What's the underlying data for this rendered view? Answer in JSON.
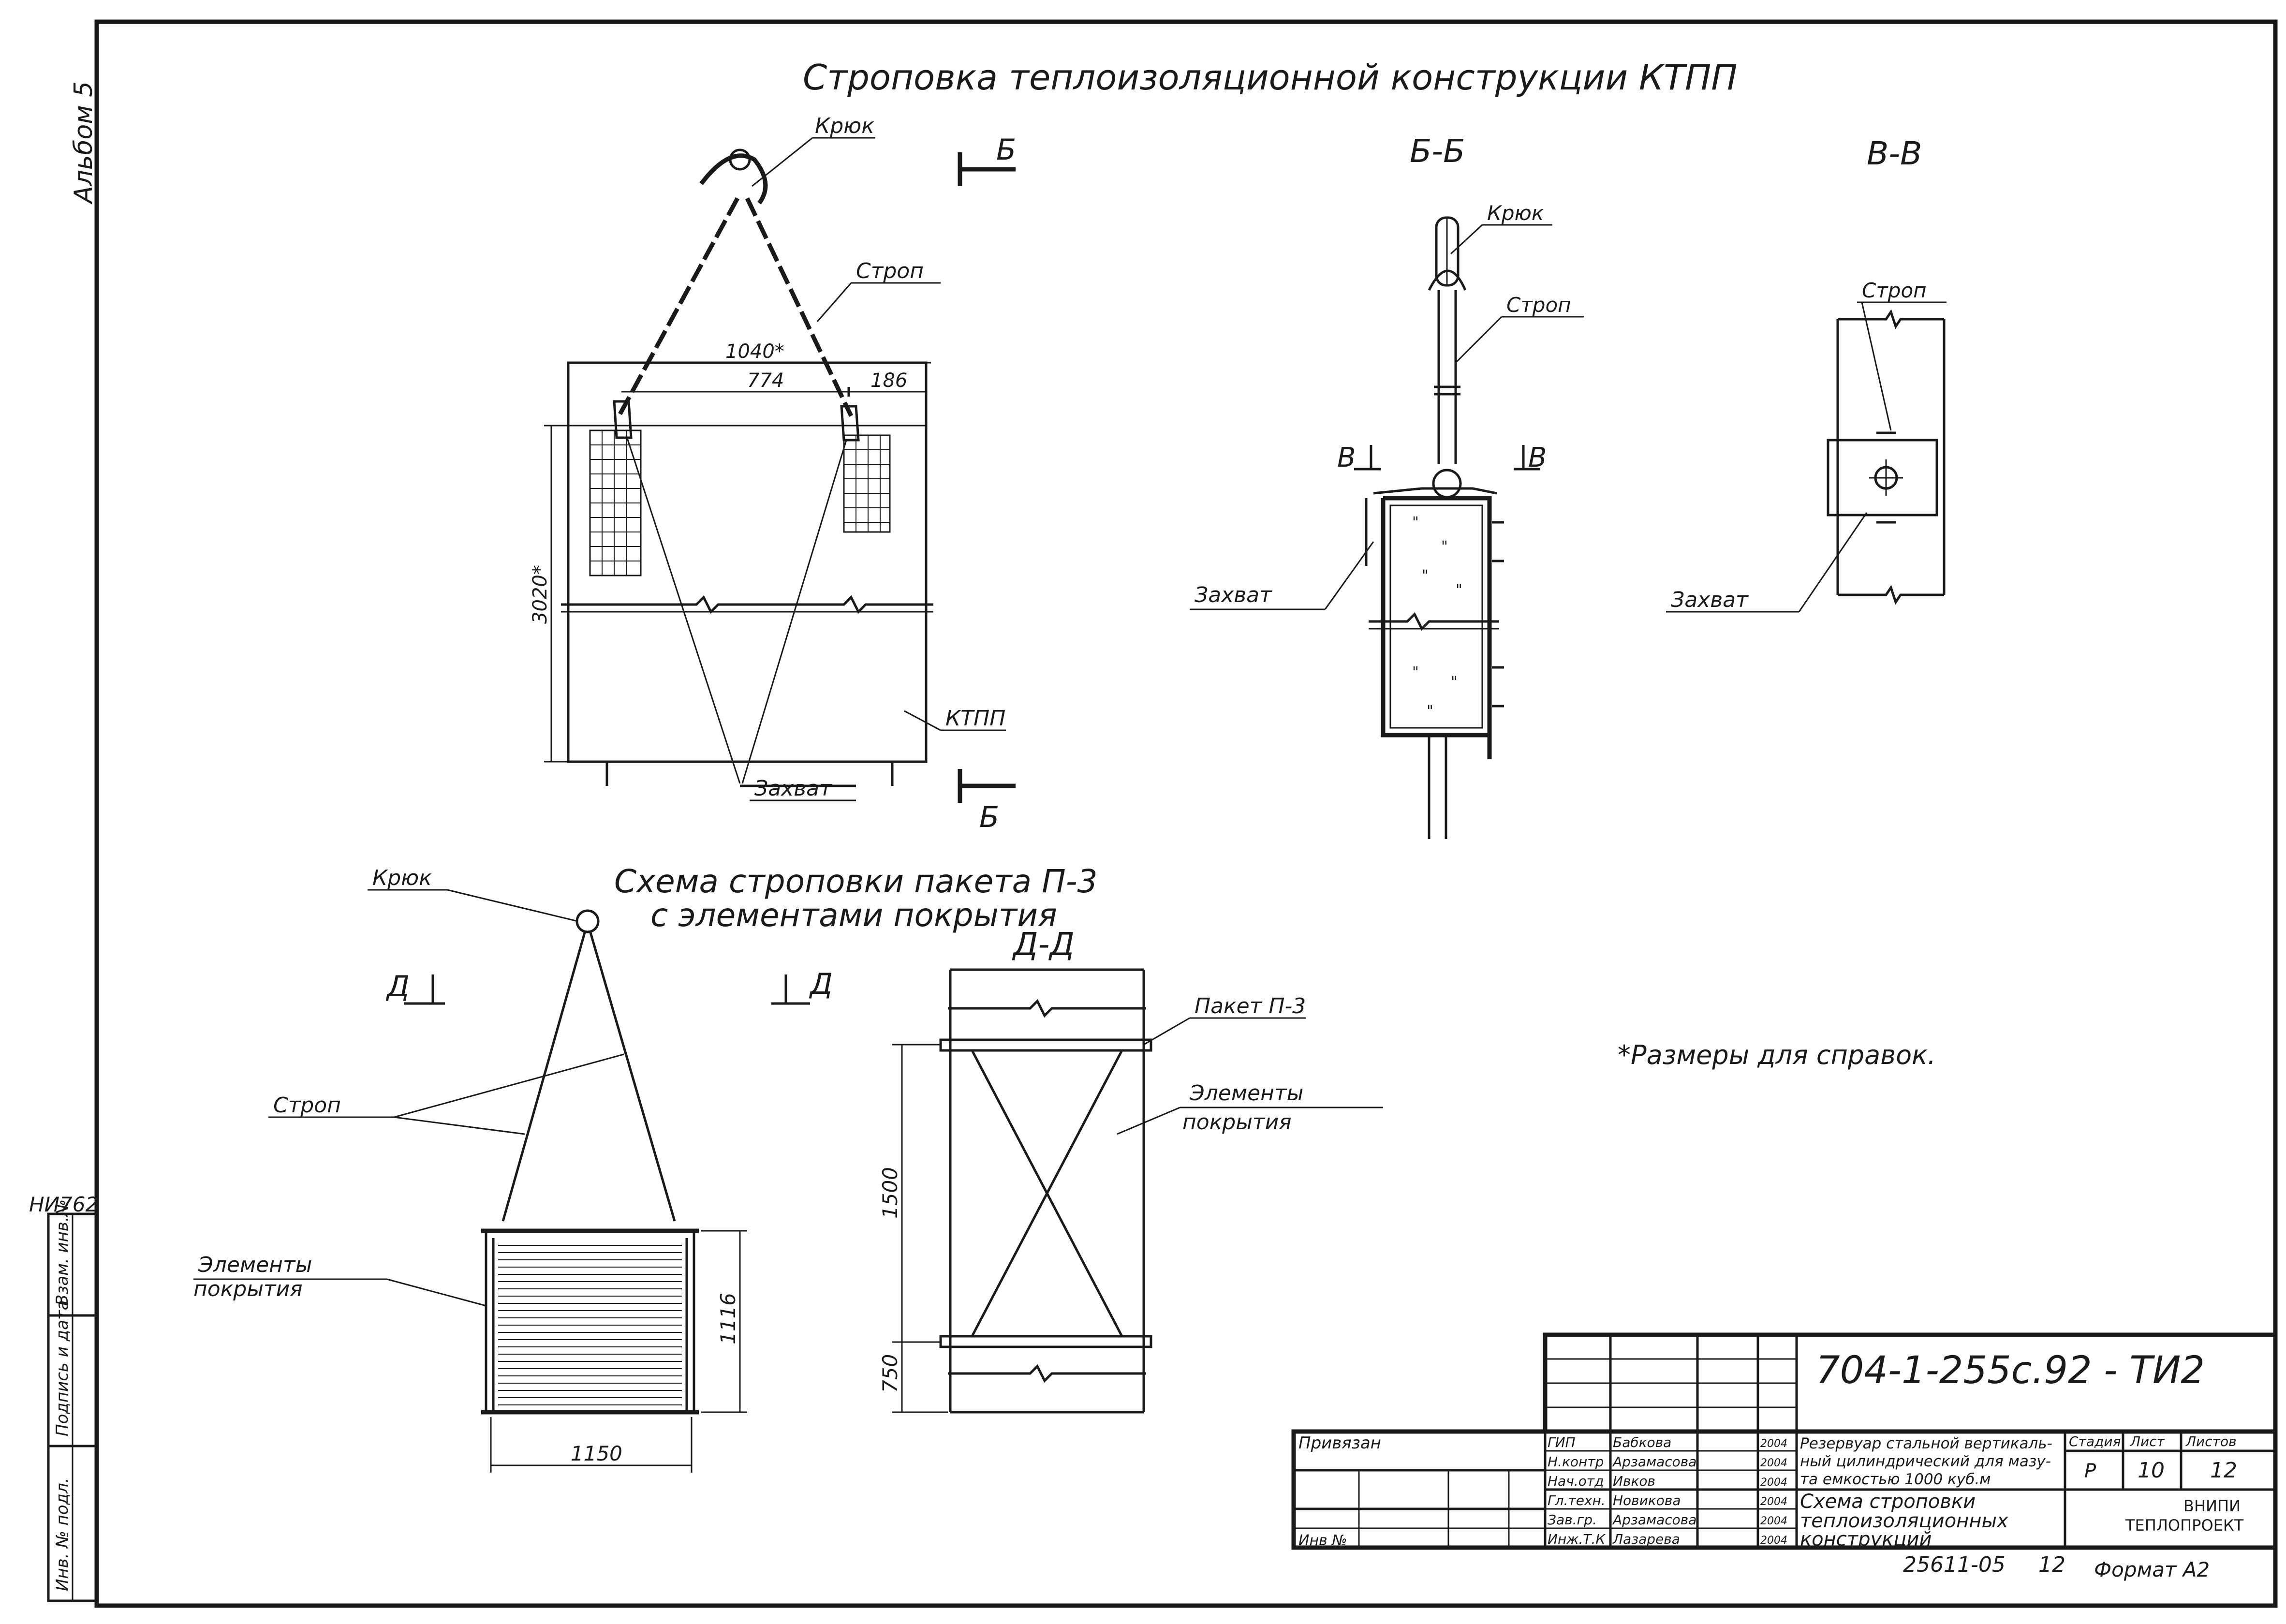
{
  "album_label": "Альбом 5",
  "titles": {
    "main": "Строповка теплоизоляционной конструкции КТПП",
    "scheme_line1": "Схема строповки пакета П-3",
    "scheme_line2": "с элементами покрытия"
  },
  "section_marks": {
    "b_top": "Б",
    "b_bottom": "Б",
    "bb_title": "Б-Б",
    "vv_title": "В-В",
    "v_left": "В",
    "v_right": "В",
    "d_left": "Д",
    "d_right": "Д",
    "dd_title": "Д-Д"
  },
  "callouts": {
    "hook_top": "Крюк",
    "sling_top": "Строп",
    "ktpp": "КТПП",
    "grip_top": "Захват",
    "hook_bb": "Крюк",
    "sling_bb": "Строп",
    "grip_bb": "Захват",
    "sling_vv": "Строп",
    "grip_vv": "Захват",
    "hook_p3": "Крюк",
    "sling_p3": "Строп",
    "elements_p3_1": "Элементы",
    "elements_p3_2": "покрытия",
    "packet_dd": "Пакет П-3",
    "elements_dd_1": "Элементы",
    "elements_dd_2": "покрытия"
  },
  "dimensions": {
    "width_total": "1040*",
    "seg_a": "774",
    "seg_b": "186",
    "height_total": "3020*",
    "p3_width": "1150",
    "p3_height": "1116",
    "dd_h1": "1500",
    "dd_h2": "750"
  },
  "note": "*Размеры для справок.",
  "left_stamp": {
    "number": "НИ762",
    "fields": [
      "Взам. инв.№",
      "Подпись и дата",
      "Инв. № подл."
    ]
  },
  "title_block": {
    "doc_code": "704-1-255с.92 - ТИ2",
    "privyazan": "Привязан",
    "inv_no": "Инв №",
    "staff": [
      {
        "role": "ГИП",
        "name": "Бабкова",
        "date": "2004"
      },
      {
        "role": "Н.контр",
        "name": "Арзамасова",
        "date": "2004"
      },
      {
        "role": "Нач.отд",
        "name": "Ивков",
        "date": "2004"
      },
      {
        "role": "Гл.техн.",
        "name": "Новикова",
        "date": "2004"
      },
      {
        "role": "Зав.гр.",
        "name": "Арзамасова",
        "date": "2004"
      },
      {
        "role": "Инж.Т.К",
        "name": "Лазарева",
        "date": "2004"
      }
    ],
    "object_title": [
      "Резервуар стальной вертикаль-",
      "ный цилиндрический для мазу-",
      "та емкостью 1000 куб.м"
    ],
    "sheet_title": [
      "Схема строповки",
      "теплоизоляционных",
      "конструкций"
    ],
    "stage_label": "Стадия",
    "sheet_label": "Лист",
    "sheets_label": "Листов",
    "stage": "Р",
    "sheet": "10",
    "sheets": "12",
    "org_line1": "ВНИПИ",
    "org_line2": "ТЕПЛОПРОЕКТ"
  },
  "footer": {
    "archive": "25611-05",
    "page": "12",
    "format": "Формат А2"
  }
}
